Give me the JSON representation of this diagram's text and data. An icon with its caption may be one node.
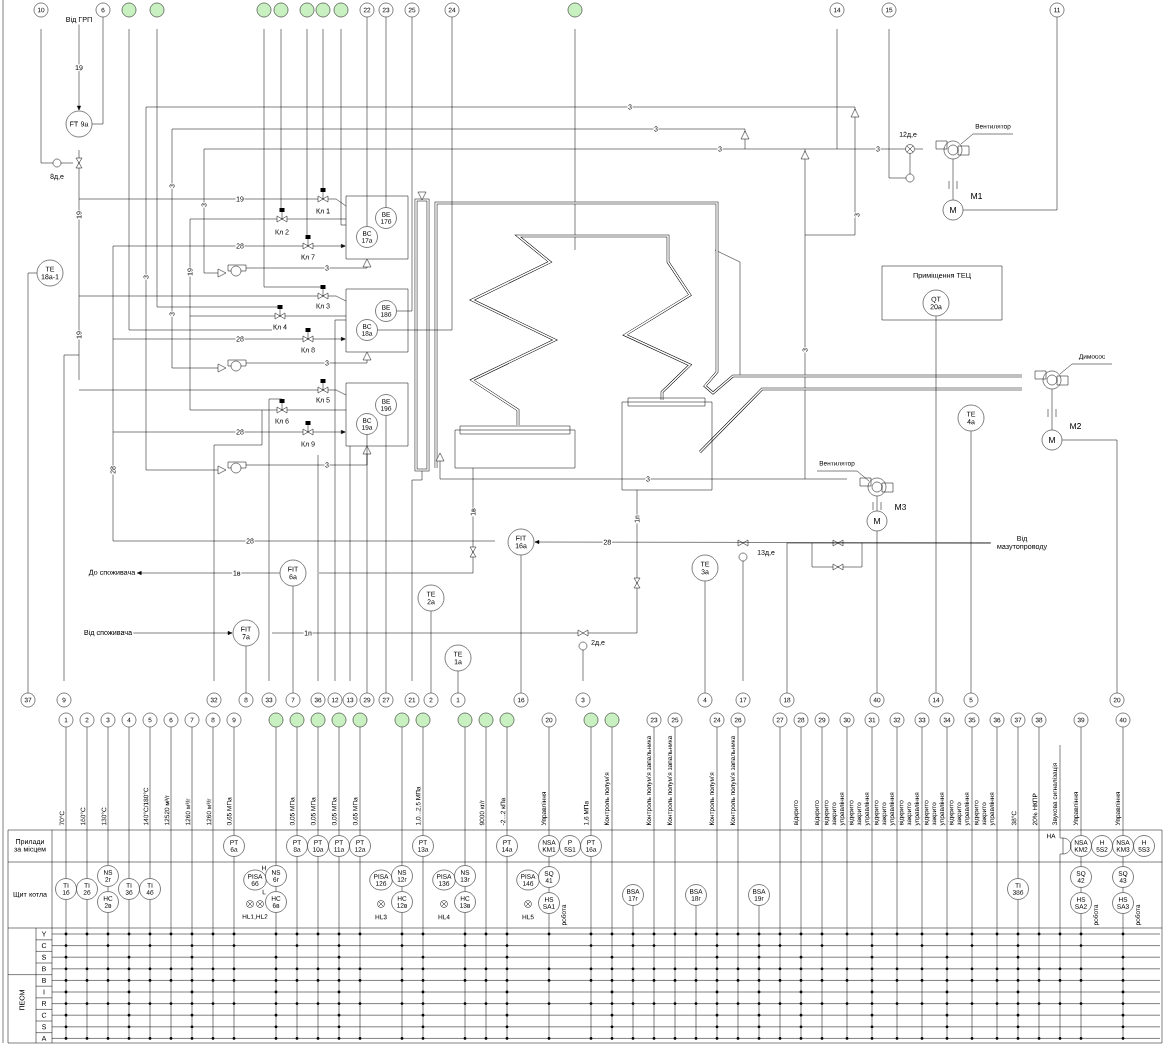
{
  "diagram": {
    "nodes": [
      {
        "text": [
          "Від ГРП"
        ]
      },
      {
        "text": [
          "FT 9а"
        ]
      },
      {
        "text": [
          "TE 18а-1"
        ]
      },
      {
        "text": [
          "BE 17б"
        ]
      },
      {
        "text": [
          "BC 17а"
        ]
      },
      {
        "text": [
          "BE 18б"
        ]
      },
      {
        "text": [
          "BC 18а"
        ]
      },
      {
        "text": [
          "BE 19б"
        ]
      },
      {
        "text": [
          "BC 19а"
        ]
      },
      {
        "text": [
          "Приміщення ТЕЦ"
        ]
      },
      {
        "text": [
          "QT 20а"
        ],
        "in": 9
      },
      {
        "text": [
          "Вентилятор"
        ]
      },
      {
        "text": [
          "M"
        ],
        "beside": [
          "M1"
        ]
      },
      {
        "text": [
          "Димосос"
        ]
      },
      {
        "text": [
          "M"
        ],
        "beside": [
          "M2"
        ]
      },
      {
        "text": [
          "Вентилятор"
        ]
      },
      {
        "text": [
          "M"
        ],
        "beside": [
          "M3"
        ]
      },
      {
        "text": [
          "TE 4а"
        ]
      },
      {
        "text": [
          "FIT 16а"
        ]
      },
      {
        "text": [
          "TE 3а"
        ]
      },
      {
        "text": [
          "До споживача"
        ]
      },
      {
        "text": [
          "FIT 6а"
        ]
      },
      {
        "text": [
          "TE 2а"
        ]
      },
      {
        "text": [
          "Від споживача"
        ]
      },
      {
        "text": [
          "FIT 7а"
        ]
      },
      {
        "text": [
          "TE 1а"
        ]
      },
      {
        "text": [
          "Від мазутопроводу"
        ]
      },
      {
        "text": [
          "10"
        ]
      },
      {
        "text": [
          "6"
        ]
      },
      {
        "text": [],
        "shape": "circle"
      },
      {
        "text": [],
        "shape": "circle"
      },
      {
        "text": [],
        "shape": "circle"
      },
      {
        "text": [],
        "shape": "circle"
      },
      {
        "text": [],
        "shape": "circle"
      },
      {
        "text": [],
        "shape": "circle"
      },
      {
        "text": [],
        "shape": "circle"
      },
      {
        "text": [
          "22"
        ]
      },
      {
        "text": [
          "23"
        ]
      },
      {
        "text": [
          "25"
        ]
      },
      {
        "text": [
          "24"
        ]
      },
      {
        "text": [],
        "shape": "circle"
      },
      {
        "text": [
          "14"
        ]
      },
      {
        "text": [
          "15"
        ]
      },
      {
        "text": [
          "11"
        ]
      },
      {
        "text": [
          "37"
        ]
      },
      {
        "text": [
          "9"
        ]
      },
      {
        "text": [
          "32"
        ]
      },
      {
        "text": [
          "8"
        ]
      },
      {
        "text": [
          "33"
        ]
      },
      {
        "text": [
          "7"
        ]
      },
      {
        "text": [
          "36"
        ]
      },
      {
        "text": [
          "12"
        ]
      },
      {
        "text": [
          "13"
        ]
      },
      {
        "text": [
          "29"
        ]
      },
      {
        "text": [
          "27"
        ]
      },
      {
        "text": [
          "21"
        ]
      },
      {
        "text": [
          "2"
        ]
      },
      {
        "text": [
          "1"
        ]
      },
      {
        "text": [
          "16"
        ]
      },
      {
        "text": [
          "3"
        ]
      },
      {
        "text": [
          "4"
        ]
      },
      {
        "text": [
          "17"
        ]
      },
      {
        "text": [
          "18"
        ]
      },
      {
        "text": [
          "40"
        ]
      },
      {
        "text": [
          "14"
        ]
      },
      {
        "text": [
          "5"
        ]
      },
      {
        "text": [
          "20"
        ]
      },
      {
        "text": [
          "1"
        ]
      },
      {
        "text": [
          "2"
        ]
      },
      {
        "text": [
          "3"
        ]
      },
      {
        "text": [
          "4"
        ]
      },
      {
        "text": [
          "5"
        ]
      },
      {
        "text": [
          "6"
        ]
      },
      {
        "text": [
          "7"
        ]
      },
      {
        "text": [
          "8"
        ]
      },
      {
        "text": [
          "9"
        ]
      },
      {
        "text": [],
        "shape": "circle"
      },
      {
        "text": [],
        "shape": "circle"
      },
      {
        "text": [],
        "shape": "circle"
      },
      {
        "text": [],
        "shape": "circle"
      },
      {
        "text": [],
        "shape": "circle"
      },
      {
        "text": [],
        "shape": "circle"
      },
      {
        "text": [],
        "shape": "circle"
      },
      {
        "text": [],
        "shape": "circle"
      },
      {
        "text": [],
        "shape": "circle"
      },
      {
        "text": [],
        "shape": "circle"
      },
      {
        "text": [
          "20"
        ]
      },
      {
        "text": [],
        "shape": "circle"
      },
      {
        "text": [],
        "shape": "circle"
      },
      {
        "text": [
          "23"
        ]
      },
      {
        "text": [
          "25"
        ]
      },
      {
        "text": [
          "24"
        ]
      },
      {
        "text": [
          "26"
        ]
      },
      {
        "text": [
          "27"
        ]
      },
      {
        "text": [
          "28"
        ]
      },
      {
        "text": [
          "29"
        ]
      },
      {
        "text": [
          "30"
        ]
      },
      {
        "text": [
          "31"
        ]
      },
      {
        "text": [
          "32"
        ]
      },
      {
        "text": [
          "33"
        ]
      },
      {
        "text": [
          "34"
        ]
      },
      {
        "text": [
          "35"
        ]
      },
      {
        "text": [
          "36"
        ]
      },
      {
        "text": [
          "37"
        ]
      },
      {
        "text": [
          "38"
        ]
      },
      {
        "text": [
          "39"
        ]
      },
      {
        "text": [
          "40"
        ]
      },
      {
        "text": [
          "PT 6а"
        ]
      },
      {
        "text": [
          "PT 8а"
        ]
      },
      {
        "text": [
          "PT 10а"
        ]
      },
      {
        "text": [
          "PT 11а"
        ]
      },
      {
        "text": [
          "PT 12а"
        ]
      },
      {
        "text": [
          "PT 13а"
        ]
      },
      {
        "text": [
          "PT 14а"
        ]
      },
      {
        "text": [
          "NSA KM1"
        ]
      },
      {
        "text": [
          "P 5S1"
        ]
      },
      {
        "text": [
          "PT 16а"
        ]
      },
      {
        "text": [
          "NSA KM2"
        ]
      },
      {
        "text": [
          "H 5S2"
        ]
      },
      {
        "text": [
          "NSA KM3"
        ]
      },
      {
        "text": [
          "H 5S3"
        ]
      },
      {
        "text": [
          "TI 1б"
        ]
      },
      {
        "text": [
          "TI 2б"
        ]
      },
      {
        "text": [
          "NS 2г"
        ]
      },
      {
        "text": [
          "HC 2в"
        ]
      },
      {
        "text": [
          "TI 3б"
        ]
      },
      {
        "text": [
          "TI 4б"
        ]
      },
      {
        "text": [
          "PISA 6б"
        ]
      },
      {
        "text": [
          "NS 6г"
        ]
      },
      {
        "text": [
          "HC 6в"
        ]
      },
      {
        "text": [
          "PISA 12б"
        ]
      },
      {
        "text": [
          "NS 12г"
        ]
      },
      {
        "text": [
          "HC 12в"
        ]
      },
      {
        "text": [
          "PISA 13б"
        ]
      },
      {
        "text": [
          "NS 13г"
        ]
      },
      {
        "text": [
          "HC 13в"
        ]
      },
      {
        "text": [
          "PISA 14б"
        ]
      },
      {
        "text": [
          "SQ 41"
        ]
      },
      {
        "text": [
          "HS SA1"
        ]
      },
      {
        "text": [
          "BSA 17г"
        ]
      },
      {
        "text": [
          "BSA 18г"
        ]
      },
      {
        "text": [
          "BSA 19г"
        ]
      },
      {
        "text": [
          "TI 38б"
        ]
      },
      {
        "text": [
          "SQ 42"
        ]
      },
      {
        "text": [
          "HS SA2"
        ]
      },
      {
        "text": [
          "SQ 43"
        ]
      },
      {
        "text": [
          "HS SA3"
        ]
      },
      {
        "text": [],
        "shape": "bar",
        "beside": [
          "Y",
          "C",
          "S",
          "B",
          "B",
          "I",
          "R",
          "C",
          "S",
          "A"
        ]
      },
      {
        "text": [],
        "shape": "horn"
      }
    ],
    "edges": [
      {
        "from": 28,
        "to": 1,
        "arrow": "none"
      },
      {
        "from": 0,
        "to": 1,
        "arrow": "to",
        "label": "19"
      },
      {
        "from": 2,
        "to": 44,
        "arrow": "none"
      },
      {
        "from": 36,
        "to": 4,
        "arrow": "none"
      },
      {
        "from": 37,
        "to": 3,
        "arrow": "none"
      },
      {
        "from": 38,
        "to": 5,
        "arrow": "none"
      },
      {
        "from": 39,
        "to": 6,
        "arrow": "none"
      },
      {
        "from": 10,
        "to": 64,
        "arrow": "none"
      },
      {
        "from": 17,
        "to": 65,
        "arrow": "none"
      },
      {
        "from": 14,
        "to": 66,
        "arrow": "none"
      },
      {
        "from": 16,
        "to": 63,
        "arrow": "none"
      },
      {
        "from": 18,
        "to": 58,
        "arrow": "none"
      },
      {
        "from": 19,
        "to": 60,
        "arrow": "none"
      },
      {
        "from": 21,
        "to": 49,
        "arrow": "none"
      },
      {
        "from": 22,
        "to": 56,
        "arrow": "none"
      },
      {
        "from": 24,
        "to": 47,
        "arrow": "none"
      },
      {
        "from": 25,
        "to": 57,
        "arrow": "none"
      },
      {
        "from": 21,
        "to": 20,
        "arrow": "to",
        "label": "1в"
      },
      {
        "from": 23,
        "to": 24,
        "arrow": "to"
      },
      {
        "from": 26,
        "to": 18,
        "arrow": "to",
        "label": "28"
      },
      {
        "from": 11,
        "to": 12,
        "arrow": "none"
      },
      {
        "from": 13,
        "to": 14,
        "arrow": "none"
      },
      {
        "from": 15,
        "to": 16,
        "arrow": "none"
      },
      {
        "from": 43,
        "to": 12,
        "arrow": "none"
      },
      {
        "from": 75,
        "to": 107,
        "arrow": "none"
      },
      {
        "from": 77,
        "to": 108,
        "arrow": "none"
      },
      {
        "from": 78,
        "to": 109,
        "arrow": "none"
      },
      {
        "from": 79,
        "to": 110,
        "arrow": "none"
      },
      {
        "from": 80,
        "to": 111,
        "arrow": "none"
      },
      {
        "from": 82,
        "to": 112,
        "arrow": "none"
      },
      {
        "from": 85,
        "to": 113,
        "arrow": "none"
      },
      {
        "from": 86,
        "to": 114,
        "arrow": "none"
      },
      {
        "from": 87,
        "to": 116,
        "arrow": "none"
      },
      {
        "from": 105,
        "to": 117,
        "arrow": "none"
      },
      {
        "from": 106,
        "to": 119,
        "arrow": "none"
      },
      {
        "from": 67,
        "to": 121,
        "arrow": "none"
      },
      {
        "from": 68,
        "to": 122,
        "arrow": "none"
      },
      {
        "from": 69,
        "to": 123,
        "arrow": "none"
      },
      {
        "from": 70,
        "to": 125,
        "arrow": "none"
      },
      {
        "from": 71,
        "to": 126,
        "arrow": "none"
      },
      {
        "from": 114,
        "to": 137,
        "arrow": "none"
      },
      {
        "from": 137,
        "to": 138,
        "arrow": "none"
      },
      {
        "from": 117,
        "to": 143,
        "arrow": "none"
      },
      {
        "from": 143,
        "to": 144,
        "arrow": "none"
      },
      {
        "from": 119,
        "to": 145,
        "arrow": "none"
      },
      {
        "from": 145,
        "to": 146,
        "arrow": "none"
      },
      {
        "from": 123,
        "to": 124,
        "arrow": "none"
      },
      {
        "from": 103,
        "to": 142,
        "arrow": "none"
      },
      {
        "from": 81,
        "to": 131,
        "arrow": "none"
      },
      {
        "from": 131,
        "to": 132,
        "arrow": "none"
      },
      {
        "from": 83,
        "to": 134,
        "arrow": "none"
      },
      {
        "from": 134,
        "to": 135,
        "arrow": "none"
      },
      {
        "from": 76,
        "to": 128,
        "arrow": "none"
      },
      {
        "from": 128,
        "to": 129,
        "arrow": "none"
      },
      {
        "from": 26,
        "to": 62,
        "arrow": "none"
      },
      {
        "from": 53,
        "to": 8,
        "arrow": "none"
      },
      {
        "from": 54,
        "to": 7,
        "arrow": "none"
      },
      {
        "from": 121,
        "to": 147,
        "arrow": "none"
      },
      {
        "from": 122,
        "to": 147,
        "arrow": "none"
      },
      {
        "from": 124,
        "to": 147,
        "arrow": "none"
      },
      {
        "from": 125,
        "to": 147,
        "arrow": "none"
      },
      {
        "from": 126,
        "to": 147,
        "arrow": "none"
      },
      {
        "from": 72,
        "to": 147,
        "arrow": "none"
      },
      {
        "from": 73,
        "to": 147,
        "arrow": "none"
      },
      {
        "from": 74,
        "to": 147,
        "arrow": "none"
      },
      {
        "from": 107,
        "to": 147,
        "arrow": "none"
      },
      {
        "from": 129,
        "to": 147,
        "arrow": "none"
      },
      {
        "from": 108,
        "to": 147,
        "arrow": "none"
      },
      {
        "from": 109,
        "to": 147,
        "arrow": "none"
      },
      {
        "from": 110,
        "to": 147,
        "arrow": "none"
      },
      {
        "from": 111,
        "to": 147,
        "arrow": "none"
      },
      {
        "from": 132,
        "to": 147,
        "arrow": "none"
      },
      {
        "from": 112,
        "to": 147,
        "arrow": "none"
      },
      {
        "from": 135,
        "to": 147,
        "arrow": "none"
      },
      {
        "from": 84,
        "to": 147,
        "arrow": "none"
      },
      {
        "from": 113,
        "to": 147,
        "arrow": "none"
      },
      {
        "from": 138,
        "to": 147,
        "arrow": "none"
      },
      {
        "from": 116,
        "to": 147,
        "arrow": "none"
      },
      {
        "from": 88,
        "to": 147,
        "arrow": "none"
      },
      {
        "from": 89,
        "to": 147,
        "arrow": "none"
      },
      {
        "from": 90,
        "to": 147,
        "arrow": "none"
      },
      {
        "from": 91,
        "to": 147,
        "arrow": "none"
      },
      {
        "from": 92,
        "to": 147,
        "arrow": "none"
      },
      {
        "from": 93,
        "to": 147,
        "arrow": "none"
      },
      {
        "from": 94,
        "to": 147,
        "arrow": "none"
      },
      {
        "from": 95,
        "to": 147,
        "arrow": "none"
      },
      {
        "from": 96,
        "to": 147,
        "arrow": "none"
      },
      {
        "from": 97,
        "to": 147,
        "arrow": "none"
      },
      {
        "from": 98,
        "to": 147,
        "arrow": "none"
      },
      {
        "from": 99,
        "to": 147,
        "arrow": "none"
      },
      {
        "from": 100,
        "to": 147,
        "arrow": "none"
      },
      {
        "from": 101,
        "to": 147,
        "arrow": "none"
      },
      {
        "from": 102,
        "to": 147,
        "arrow": "none"
      },
      {
        "from": 142,
        "to": 147,
        "arrow": "none"
      },
      {
        "from": 104,
        "to": 147,
        "arrow": "none"
      },
      {
        "from": 144,
        "to": 147,
        "arrow": "none"
      },
      {
        "from": 146,
        "to": 147,
        "arrow": "none"
      },
      {
        "from": 139,
        "to": 147,
        "arrow": "none"
      },
      {
        "from": 140,
        "to": 147,
        "arrow": "none"
      },
      {
        "from": 141,
        "to": 147,
        "arrow": "none"
      },
      {
        "from": null,
        "to": 148,
        "arrow": "none"
      },
      {
        "from": 148,
        "to": 147,
        "arrow": "none"
      }
    ],
    "labels": [
      "8д,е",
      "19",
      "19",
      "3",
      "3",
      "Кл 1",
      "Кл 2",
      "28",
      "Кл 7",
      "3",
      "19",
      "3",
      "Кл 3",
      "3",
      "Кл 4",
      "19",
      "28",
      "Кл 8",
      "3",
      "Кл 5",
      "Кл 6",
      "28",
      "Кл 9",
      "3",
      "28",
      "3",
      "3",
      "3",
      "3",
      "12д,е",
      "3",
      "3",
      "3",
      "1в",
      "1п",
      "28",
      "13д,е",
      "1п",
      "2д,е",
      "Прилади за місцем",
      "Щит котла",
      "ПЕОМ",
      "HL1,HL2",
      "H",
      "L",
      "HL3",
      "HL4",
      "HL5",
      "HA",
      "70°C",
      "160°C",
      "130°C",
      "140°C/180°C",
      "12520 м³/г",
      "1260 м³/г",
      "1260 м³/г",
      "0,65 МПа",
      "0,05 МПа",
      "0,05 МПа",
      "0,05 МПа",
      "0,65 МПа",
      "1,0...2,5 МПа",
      "9000 кг/г",
      "-2...2 кПа",
      "Управління",
      "1,6 МПа",
      "Контроль полум'я",
      "Контроль полум'я запальника",
      "Контроль полум'я запальника",
      "Контроль полум'я",
      "Контроль полум'я запальника",
      "відкрито",
      "відкрито",
      "відкрито",
      "закрито",
      "управління",
      "відкрито",
      "закрито",
      "управління",
      "відкрито",
      "закрито",
      "управління",
      "відкрито",
      "закрито",
      "управління",
      "відкрито",
      "закрито",
      "управління",
      "відкрито",
      "закрито",
      "управління",
      "відкрито",
      "закрито",
      "управління",
      "38°C",
      "20% НКПР",
      "Звукова сигналізація",
      "Управління",
      "Управління",
      "робота",
      "робота",
      "робота"
    ]
  }
}
